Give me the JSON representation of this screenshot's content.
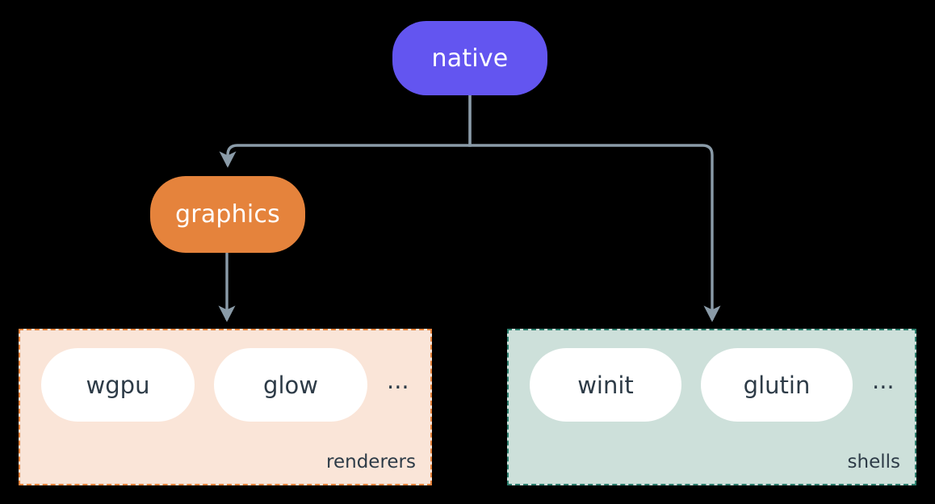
{
  "diagram": {
    "background_color": "#000000",
    "edge_color": "#8a9ba8",
    "root": {
      "label": "native",
      "color": "#6355f0",
      "text_color": "#ffffff"
    },
    "branch": {
      "label": "graphics",
      "color": "#e5833c",
      "text_color": "#ffffff"
    },
    "groups": [
      {
        "id": "renderers",
        "label": "renderers",
        "fill_color": "#fae5d8",
        "border_color": "#e5833c",
        "items": [
          {
            "label": "wgpu"
          },
          {
            "label": "glow"
          }
        ],
        "more_indicator": "..."
      },
      {
        "id": "shells",
        "label": "shells",
        "fill_color": "#cde0da",
        "border_color": "#2b7d6c",
        "items": [
          {
            "label": "winit"
          },
          {
            "label": "glutin"
          }
        ],
        "more_indicator": "..."
      }
    ],
    "edges": [
      {
        "from": "native",
        "to": "graphics"
      },
      {
        "from": "native",
        "to": "shells"
      },
      {
        "from": "graphics",
        "to": "renderers"
      }
    ]
  }
}
